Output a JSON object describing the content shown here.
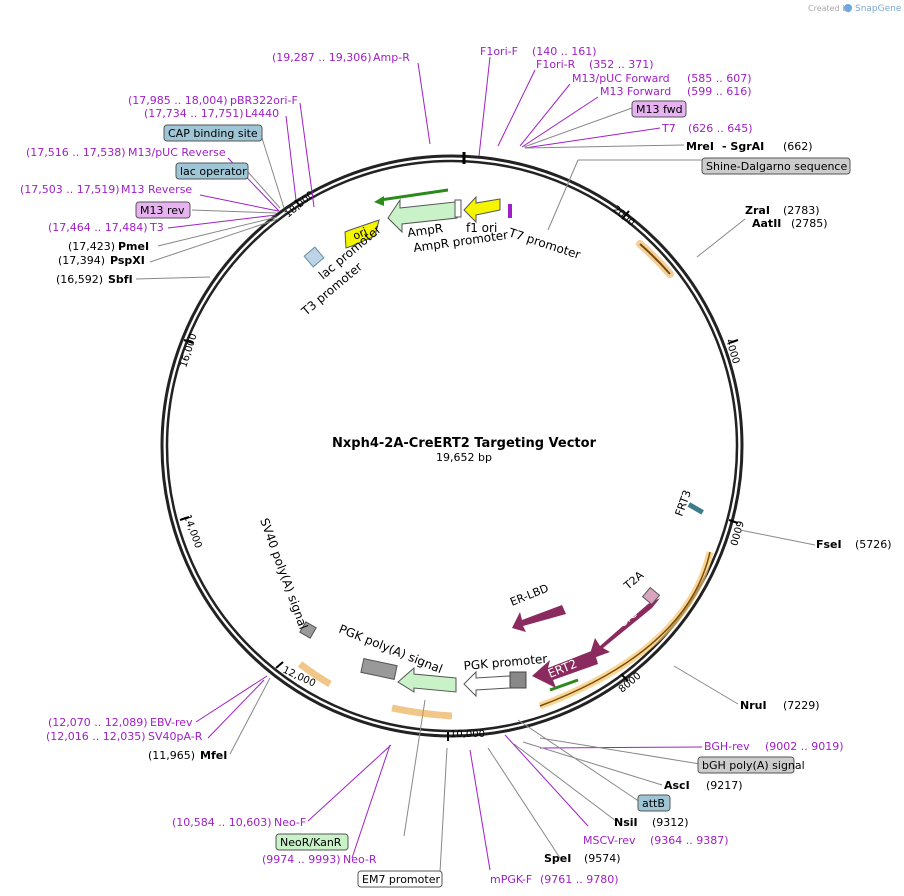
{
  "brand": {
    "created_by": "Created by",
    "app": "SnapGene"
  },
  "plasmid": {
    "name": "Nxph4-2A-CreERT2 Targeting Vector",
    "length": "19,652 bp"
  },
  "ticks": [
    "2000",
    "4000",
    "6000",
    "8000",
    "10,000",
    "12,000",
    "14,000",
    "16,000",
    "18,000"
  ],
  "primers_top": [
    {
      "range": "(19,287 .. 19,306)",
      "name": "Amp-R"
    },
    {
      "range": "(140 .. 161)",
      "name": "F1ori-F"
    },
    {
      "range": "(352 .. 371)",
      "name": "F1ori-R"
    },
    {
      "range": "(585 .. 607)",
      "name": "M13/pUC Forward"
    },
    {
      "range": "(599 .. 616)",
      "name": "M13 Forward"
    },
    {
      "range": "(626 .. 645)",
      "name": "T7"
    },
    {
      "range": "(17,985 .. 18,004)",
      "name": "pBR322ori-F"
    },
    {
      "range": "(17,734 .. 17,751)",
      "name": "L4440"
    },
    {
      "range": "(17,516 .. 17,538)",
      "name": "M13/pUC Reverse"
    },
    {
      "range": "(17,503 .. 17,519)",
      "name": "M13 Reverse"
    },
    {
      "range": "(17,464 .. 17,484)",
      "name": "T3"
    },
    {
      "range": "(12,070 .. 12,089)",
      "name": "EBV-rev"
    },
    {
      "range": "(12,016 .. 12,035)",
      "name": "SV40pA-R"
    },
    {
      "range": "(10,584 .. 10,603)",
      "name": "Neo-F"
    },
    {
      "range": "(9974 .. 9993)",
      "name": "Neo-R"
    },
    {
      "range": "(9761 .. 9780)",
      "name": "mPGK-F"
    },
    {
      "range": "(9364 .. 9387)",
      "name": "MSCV-rev"
    },
    {
      "range": "(9002 .. 9019)",
      "name": "BGH-rev"
    }
  ],
  "enzymes": [
    {
      "name": "MreI",
      "extra": "- SgrAI",
      "pos": "(662)"
    },
    {
      "name": "ZraI",
      "pos": "(2783)"
    },
    {
      "name": "AatII",
      "pos": "(2785)"
    },
    {
      "name": "FseI",
      "pos": "(5726)"
    },
    {
      "name": "NruI",
      "pos": "(7229)"
    },
    {
      "name": "AscI",
      "pos": "(9217)"
    },
    {
      "name": "NsiI",
      "pos": "(9312)"
    },
    {
      "name": "SpeI",
      "pos": "(9574)"
    },
    {
      "name": "MfeI",
      "pos": "(11,965)"
    },
    {
      "name": "PmeI",
      "pos": "(17,423)"
    },
    {
      "name": "PspXI",
      "pos": "(17,394)"
    },
    {
      "name": "SbfI",
      "pos": "(16,592)"
    }
  ],
  "boxes": {
    "m13_fwd": "M13 fwd",
    "shine": "Shine-Dalgarno sequence",
    "cap": "CAP binding site",
    "lac_operator": "lac operator",
    "m13_rev": "M13 rev",
    "bgh": "bGH poly(A) signal",
    "attb": "attB",
    "neo": "NeoR/KanR",
    "em7": "EM7 promoter"
  },
  "features": {
    "ori": "ori",
    "ampr": "AmpR",
    "ampr_promoter": "AmpR promoter",
    "f1ori": "f1 ori",
    "t7_promoter": "T7 promoter",
    "lac_promoter": "lac promoter",
    "t3_promoter": "T3 promoter",
    "frt3": "FRT3",
    "t2a": "T2A",
    "cre": "Cre",
    "ert2": "ERT2",
    "er_lbd": "ER-LBD",
    "pgk_promoter": "PGK promoter",
    "pgk_polya": "PGK poly(A) signal",
    "sv40_polya": "SV40 poly(A) signal"
  }
}
